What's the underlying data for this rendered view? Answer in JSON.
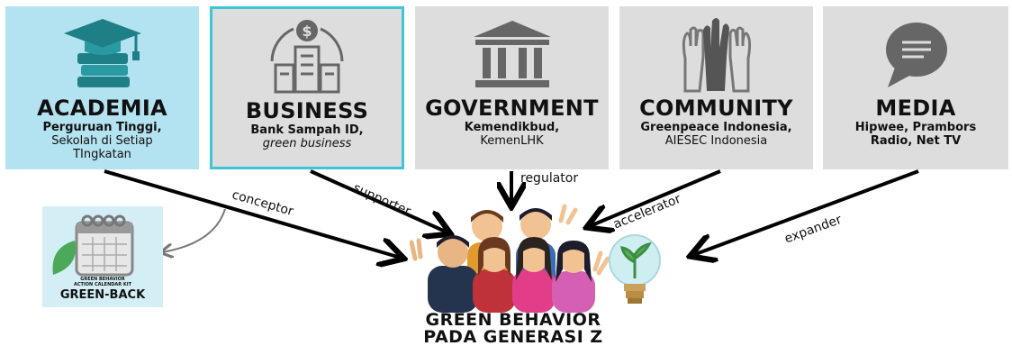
{
  "boxes": [
    {
      "id": "academia",
      "title": "ACADEMIA",
      "line1": "Perguruan Tinggi,",
      "line2": "Sekolah di Setiap",
      "line3": "TIngkatan",
      "icon": "graduation-books-icon"
    },
    {
      "id": "business",
      "title": "BUSINESS",
      "line1": "Bank Sampah ID,",
      "line2": "green business",
      "icon": "business-buildings-icon"
    },
    {
      "id": "government",
      "title": "GOVERNMENT",
      "line1": "Kemendikbud,",
      "line2": "KemenLHK",
      "icon": "government-building-icon"
    },
    {
      "id": "community",
      "title": "COMMUNITY",
      "line1": "Greenpeace Indonesia,",
      "line2": "AIESEC Indonesia",
      "icon": "raised-hands-icon"
    },
    {
      "id": "media",
      "title": "MEDIA",
      "line1": "Hipwee, Prambors",
      "line2": "Radio, Net TV",
      "icon": "speech-bubble-icon"
    }
  ],
  "roles": {
    "conceptor": "conceptor",
    "supporter": "supporter",
    "regulator": "regulator",
    "accelerator": "accelerator",
    "expander": "expander"
  },
  "greenback": {
    "kit_line1": "GREEN BEHAVIOR",
    "kit_line2": "ACTION CALENDAR KIT",
    "title": "GREEN-BACK",
    "icon": "calendar-leaf-icon"
  },
  "center": {
    "line1": "GREEN BEHAVIOR",
    "line2": "PADA GENERASI Z",
    "icon": "group-of-youths-icon"
  },
  "colors": {
    "academia_bg": "#b3e2f0",
    "box_bg": "#dddddd",
    "highlight_border": "#3ec6d6",
    "icon_teal": "#1f7f86",
    "icon_gray": "#666666",
    "arrow": "#000000"
  }
}
